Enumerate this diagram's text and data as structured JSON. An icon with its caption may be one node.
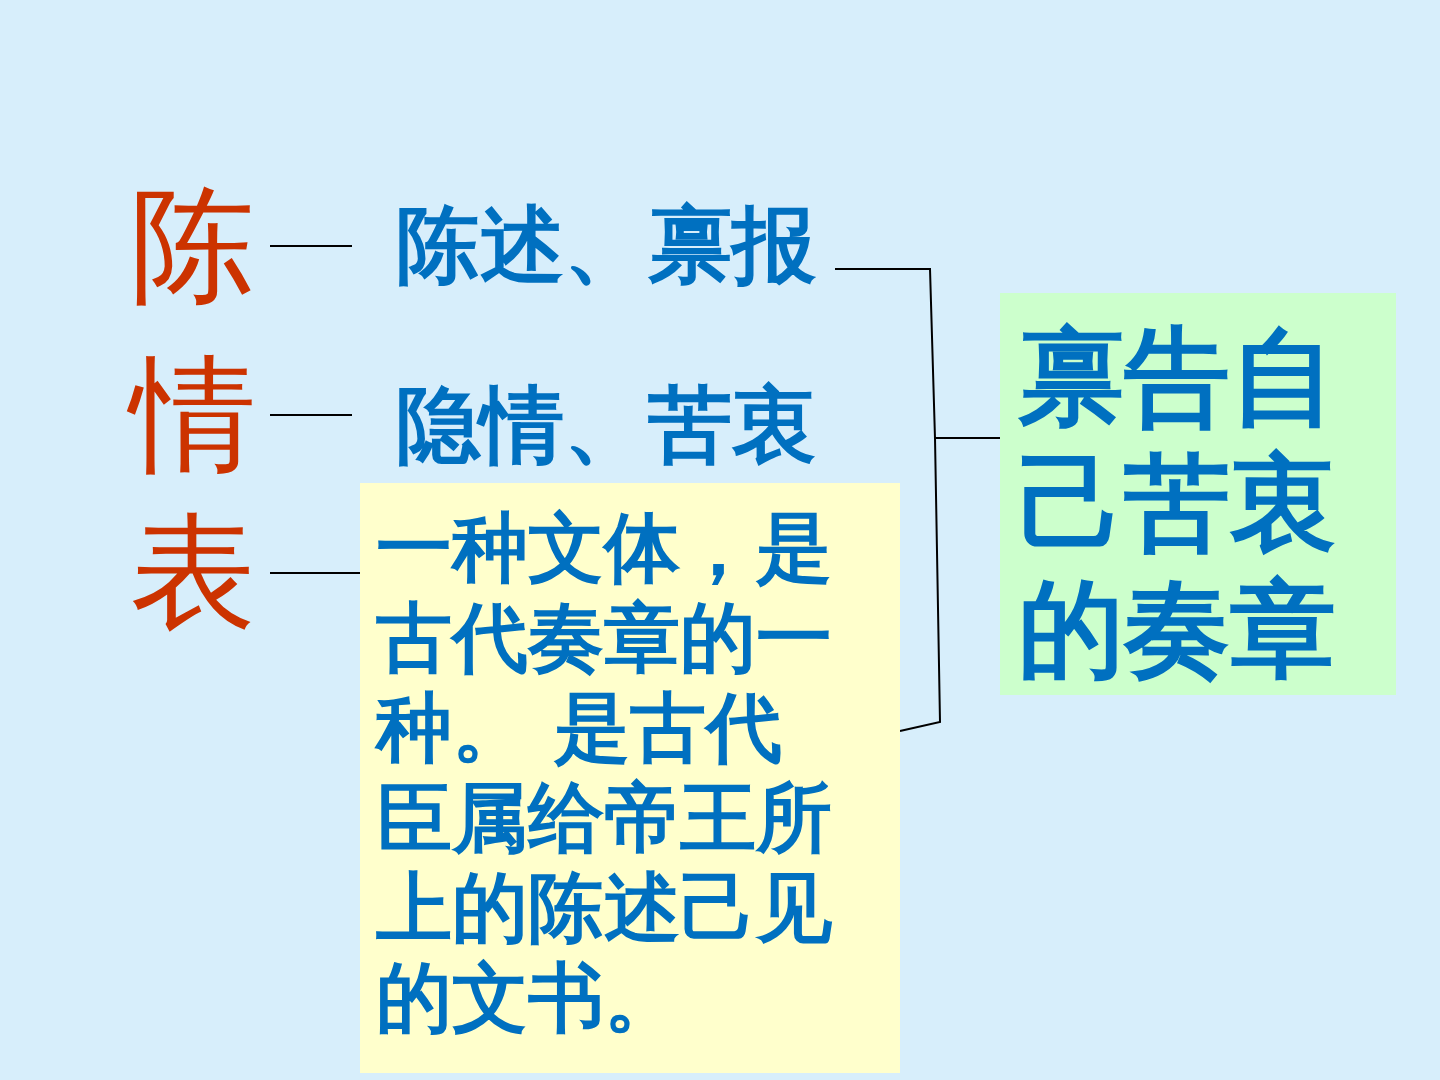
{
  "diagram": {
    "nodes": [
      {
        "text": [
          "陈"
        ]
      },
      {
        "text": [
          "情"
        ]
      },
      {
        "text": [
          "表"
        ]
      },
      {
        "text": [
          "陈述、禀报"
        ]
      },
      {
        "text": [
          "隐情、苦衷"
        ]
      },
      {
        "text": [
          "一种文体，是古代奏章的一种。 是古代臣属给帝王所上的陈述己见的文书。"
        ]
      },
      {
        "text": [
          "禀告自己苦衷的奏章"
        ]
      }
    ],
    "edges": [
      {
        "from": 0,
        "to": 3,
        "arrow": "none"
      },
      {
        "from": 1,
        "to": 4,
        "arrow": "none"
      },
      {
        "from": 2,
        "to": 5,
        "arrow": "none"
      },
      {
        "from": 3,
        "to": 6,
        "arrow": "none"
      },
      {
        "from": 5,
        "to": 6,
        "arrow": "none"
      }
    ]
  }
}
